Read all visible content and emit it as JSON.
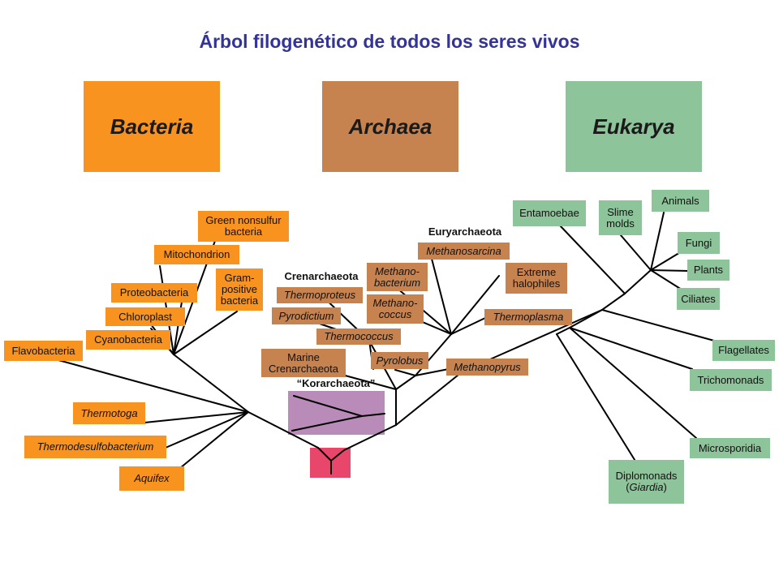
{
  "title": "Árbol filogenético de todos los seres vivos",
  "domains": {
    "bacteria": "Bacteria",
    "archaea": "Archaea",
    "eukarya": "Eukarya"
  },
  "group_labels": {
    "euryarchaeota": "Euryarchaeota",
    "crenarchaeota": "Crenarchaeota",
    "korarchaeota": "“Korarchaeota”"
  },
  "bacteria_taxa": {
    "green_nonsulfur": "Green nonsulfur bacteria",
    "mitochondrion": "Mitochondrion",
    "gram_positive": "Gram- positive bacteria",
    "proteobacteria": "Proteobacteria",
    "chloroplast": "Chloroplast",
    "cyanobacteria": "Cyanobacteria",
    "flavobacteria": "Flavobacteria",
    "thermotoga": "Thermotoga",
    "thermodesulfobacterium": "Thermodesulfobacterium",
    "aquifex": "Aquifex"
  },
  "archaea_taxa": {
    "methanosarcina": "Methanosarcina",
    "methanobacterium": "Methano- bacterium",
    "extreme_halophiles": "Extreme halophiles",
    "thermoproteus": "Thermoproteus",
    "methanococcus": "Methano- coccus",
    "pyrodictium": "Pyrodictium",
    "thermoplasma": "Thermoplasma",
    "thermococcus": "Thermococcus",
    "marine_crenarchaeota": "Marine Crenarchaeota",
    "pyrolobus": "Pyrolobus",
    "methanopyrus": "Methanopyrus"
  },
  "eukarya_taxa": {
    "entamoebae": "Entamoebae",
    "slime_molds": "Slime molds",
    "animals": "Animals",
    "fungi": "Fungi",
    "plants": "Plants",
    "ciliates": "Ciliates",
    "flagellates": "Flagellates",
    "trichomonads": "Trichomonads",
    "microsporidia": "Microsporidia",
    "diplomonads": "Diplomonads",
    "giardia": "Giardia"
  },
  "colors": {
    "title": "#333399",
    "bacteria": "#f7931e",
    "archaea": "#c6834f",
    "eukarya": "#8dc49a",
    "korarchaeota_box": "#b98bb8",
    "root_box": "#e8476b"
  }
}
